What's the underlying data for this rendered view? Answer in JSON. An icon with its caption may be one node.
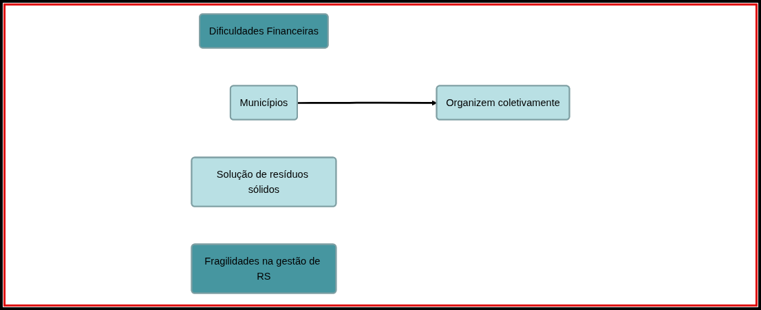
{
  "diagram": {
    "nodes": [
      {
        "text": [
          "Dificuldades Financeiras"
        ]
      },
      {
        "text": [
          "Municípios"
        ]
      },
      {
        "text": [
          "Organizem coletivamente"
        ]
      },
      {
        "text": [
          "Solução de resíduos sólidos"
        ]
      },
      {
        "text": [
          "Fragilidades na gestão de RS"
        ]
      }
    ],
    "edges": [
      {
        "from": 1,
        "to": 2,
        "arrow": "to"
      }
    ]
  }
}
